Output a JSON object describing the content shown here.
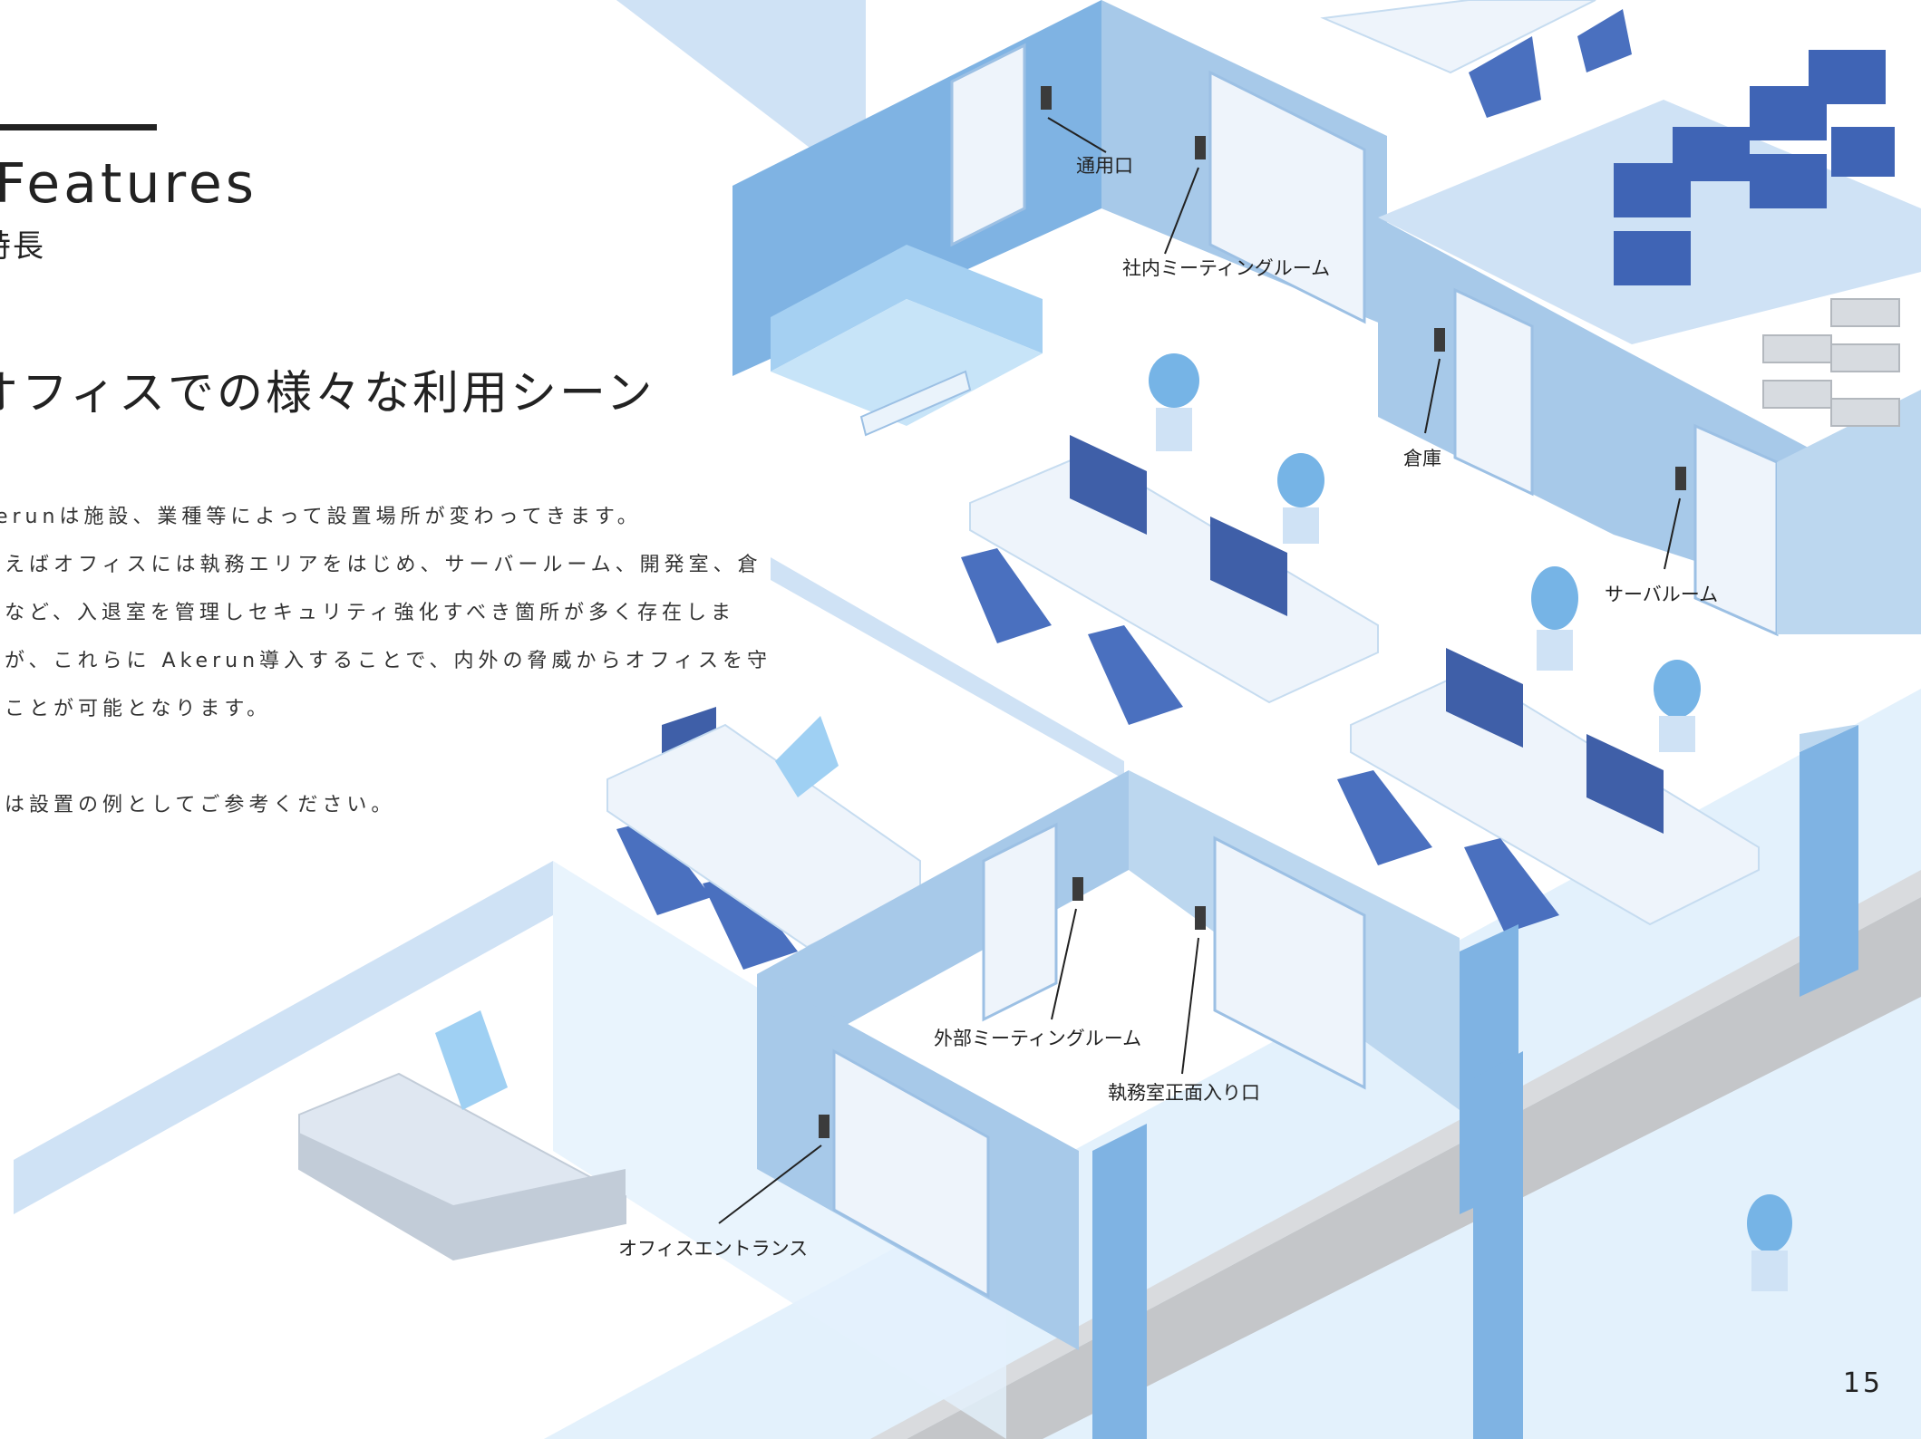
{
  "section": {
    "title_en": "Features",
    "title_ja": "特長"
  },
  "heading": "オフィスでの様々な利用シーン",
  "body_lines": [
    "kerunは施設、業種等によって設置場所が変わってきます。",
    "列えばオフィスには執務エリアをはじめ、サーバールーム、開発室、倉",
    "庫など、入退室を管理しセキュリティ強化すべき箇所が多く存在しま",
    "すが、これらに Akerun導入することで、内外の脅威からオフィスを守",
    "ることが可能となります。",
    "",
    "図は設置の例としてご参考ください。"
  ],
  "labels": {
    "entrance_common": "通用口",
    "internal_meeting": "社内ミーティングルーム",
    "storage": "倉庫",
    "server_room": "サーバルーム",
    "external_meeting": "外部ミーティングルーム",
    "office_main_entrance": "執務室正面入り口",
    "office_entrance": "オフィスエントランス"
  },
  "page_number": "15",
  "colors": {
    "wall_dark": "#7fb3e3",
    "wall_mid": "#a7c9e9",
    "wall_light": "#cfe2f5",
    "glass": "#e3f1fc",
    "floor": "#ffffff",
    "chair": "#4a70bf",
    "corridor": "#c4c6c9"
  }
}
